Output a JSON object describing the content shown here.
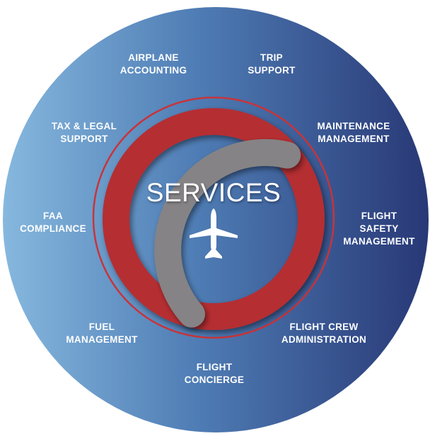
{
  "title": "SERVICES",
  "icon": "airplane-icon",
  "services": [
    "AIRPLANE\nACCOUNTING",
    "TRIP\nSUPPORT",
    "TAX & LEGAL\nSUPPORT",
    "MAINTENANCE\nMANAGEMENT",
    "FAA\nCOMPLIANCE",
    "FLIGHT SAFETY\nMANAGEMENT",
    "FUEL\nMANAGEMENT",
    "FLIGHT CREW\nADMINISTRATION",
    "FLIGHT\nCONCIERGE"
  ],
  "colors": {
    "ring_red": "#b52f33",
    "ring_gray": "#858385",
    "bg_light": "#86b8de",
    "bg_dark": "#283876"
  }
}
